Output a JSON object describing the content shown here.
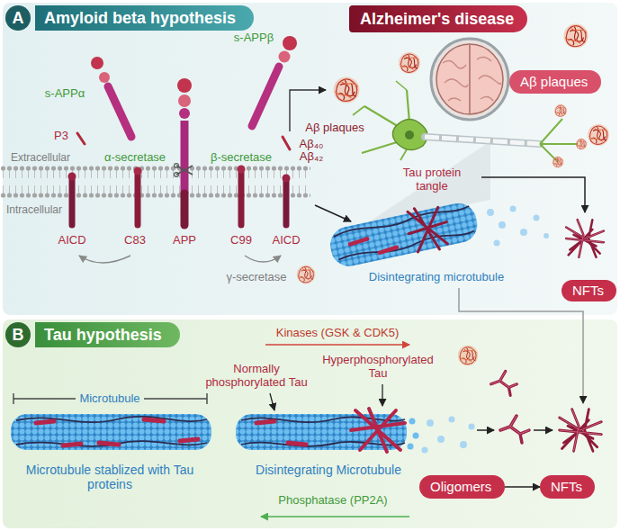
{
  "diagram": {
    "nodes": [
      {
        "text": [
          "A",
          "Amyloid beta hypothesis"
        ]
      },
      {
        "text": [
          "Alzheimer's disease"
        ],
        "in": 0
      },
      {
        "text": [
          "Aβ plaques"
        ],
        "in": 0
      },
      {
        "text": [
          "NFTs"
        ],
        "in": 0
      },
      {
        "text": [
          "B",
          "Tau hypothesis"
        ]
      },
      {
        "text": [
          "Oligomers"
        ],
        "in": 4
      },
      {
        "text": [
          "NFTs"
        ],
        "in": 4
      }
    ],
    "edges": [
      {
        "from": 5,
        "to": 6,
        "arrow": "to"
      }
    ],
    "labels": [
      "s-APPα",
      "P3",
      "Extracellular",
      "α-secretase",
      "Intracellular",
      "AICD",
      "C83",
      "APP",
      "C99",
      "AICD",
      "γ-secretase",
      "s-APPβ",
      "β-secretase",
      "Aβ plaques",
      "Aβ₄₀",
      "Aβ₄₂",
      "Tau protein tangle",
      "Disintegrating microtubule",
      "Kinases (GSK & CDK5)",
      "Normally phosphorylated Tau",
      "Hyperphosphorylated Tau",
      "Microtubule",
      "Microtubule stablized with Tau proteins",
      "Disintegrating Microtubule",
      "Phosphatase (PP2A)"
    ]
  }
}
